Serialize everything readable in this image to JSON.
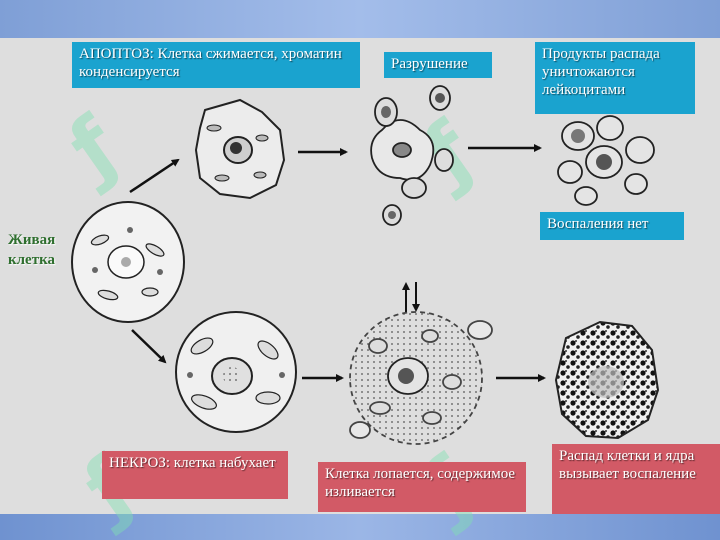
{
  "labels": {
    "apoptosis": "АПОПТОЗ: Клетка сжимается, хроматин конденсируется",
    "destruction": "Разрушение",
    "decay_products": "Продукты распада уничтожаются лейкоцитами",
    "no_inflammation": "Воспаления нет",
    "live_cell": "Живая клетка",
    "necrosis": "НЕКРОЗ: клетка набухает",
    "cell_bursts": "Клетка лопается, содержимое изливается",
    "decay_inflammation": "Распад клетки и ядра вызывает воспаление"
  },
  "colors": {
    "label_blue": "#1aa3cf",
    "label_red": "#d25a66",
    "live_text": "#2f6f2f",
    "watermark": "#7fe0b0"
  }
}
